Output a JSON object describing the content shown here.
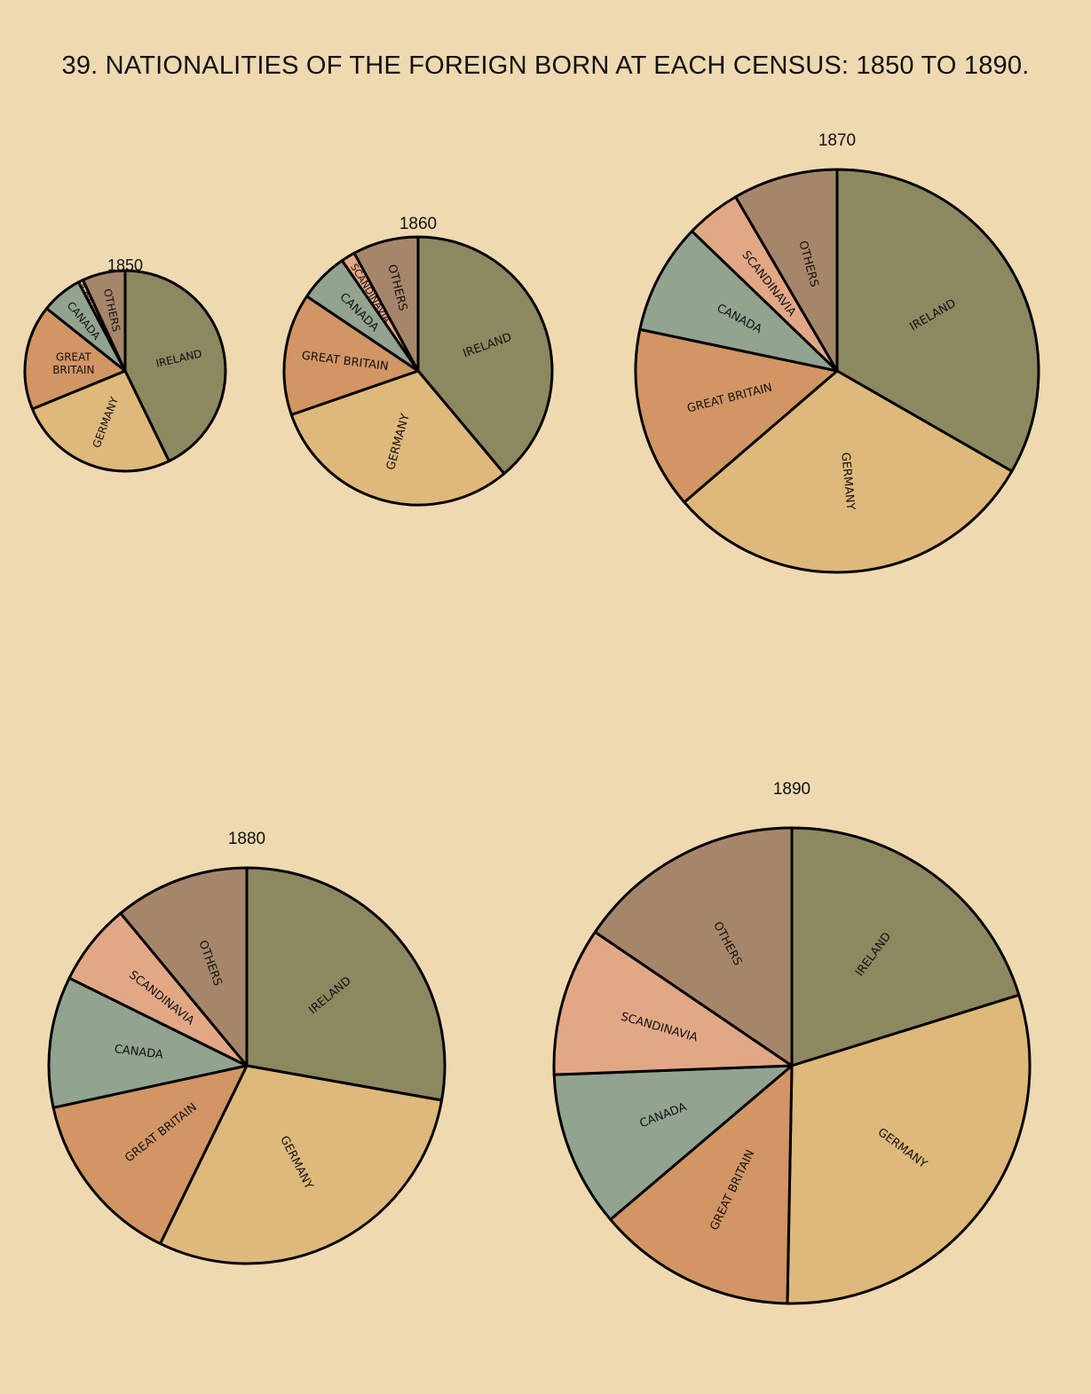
{
  "title": "39. NATIONALITIES OF THE FOREIGN BORN AT EACH CENSUS: 1850 TO 1890.",
  "colors": {
    "background": "#efd9b0",
    "IRELAND": "#8c8860",
    "GERMANY": "#dfb87b",
    "GREAT BRITAIN": "#d29564",
    "CANADA": "#92a390",
    "SCANDINAVIA": "#e2a886",
    "OTHERS": "#a6866a"
  },
  "chart_data": [
    {
      "type": "pie",
      "title": "1850",
      "relative_total": 1.0,
      "categories": [
        "IRELAND",
        "GERMANY",
        "GREAT BRITAIN",
        "CANADA",
        "SCANDINAVIA",
        "OTHERS"
      ],
      "values": [
        42.8,
        26.0,
        16.9,
        6.6,
        0.8,
        6.9
      ],
      "slice_labels": [
        "IRELAND",
        "GERMANY",
        "GREAT BRITAIN",
        "CANADA",
        "SCANDINAVIA",
        "OTHERS"
      ],
      "start_angle_deg": 0,
      "direction": "clockwise"
    },
    {
      "type": "pie",
      "title": "1860",
      "relative_total": 1.87,
      "categories": [
        "IRELAND",
        "GERMANY",
        "GREAT BRITAIN",
        "CANADA",
        "SCANDINAVIA",
        "OTHERS"
      ],
      "values": [
        38.9,
        30.8,
        14.7,
        6.0,
        1.7,
        7.9
      ],
      "slice_labels": [
        "IRELAND",
        "GERMANY",
        "GREAT BRITAIN",
        "CANADA",
        "SCANDINAVIA",
        "OTHERS"
      ],
      "start_angle_deg": 0,
      "direction": "clockwise"
    },
    {
      "type": "pie",
      "title": "1870",
      "relative_total": 2.52,
      "categories": [
        "IRELAND",
        "GERMANY",
        "GREAT BRITAIN",
        "CANADA",
        "SCANDINAVIA",
        "OTHERS"
      ],
      "values": [
        33.3,
        30.4,
        14.6,
        8.9,
        4.4,
        8.4
      ],
      "slice_labels": [
        "IRELAND",
        "GERMANY",
        "GREAT BRITAIN",
        "CANADA",
        "SCANDINAVIA",
        "OTHERS"
      ],
      "start_angle_deg": 0,
      "direction": "clockwise"
    },
    {
      "type": "pie",
      "title": "1880",
      "relative_total": 3.04,
      "categories": [
        "IRELAND",
        "GERMANY",
        "GREAT BRITAIN",
        "CANADA",
        "SCANDINAVIA",
        "OTHERS"
      ],
      "values": [
        27.8,
        29.4,
        14.4,
        10.7,
        6.7,
        11.0
      ],
      "slice_labels": [
        "IRELAND",
        "GERMANY",
        "GREAT BRITAIN",
        "CANADA",
        "SCANDINAVIA",
        "OTHERS"
      ],
      "start_angle_deg": 0,
      "direction": "clockwise"
    },
    {
      "type": "pie",
      "title": "1890",
      "relative_total": 4.14,
      "categories": [
        "IRELAND",
        "GERMANY",
        "GREAT BRITAIN",
        "CANADA",
        "SCANDINAVIA",
        "OTHERS"
      ],
      "values": [
        20.2,
        30.1,
        13.5,
        10.6,
        10.1,
        15.5
      ],
      "slice_labels": [
        "IRELAND",
        "GERMANY",
        "GREAT BRITAIN",
        "CANADA",
        "SCANDINAVIA",
        "OTHERS"
      ],
      "start_angle_deg": 0,
      "direction": "clockwise"
    }
  ]
}
